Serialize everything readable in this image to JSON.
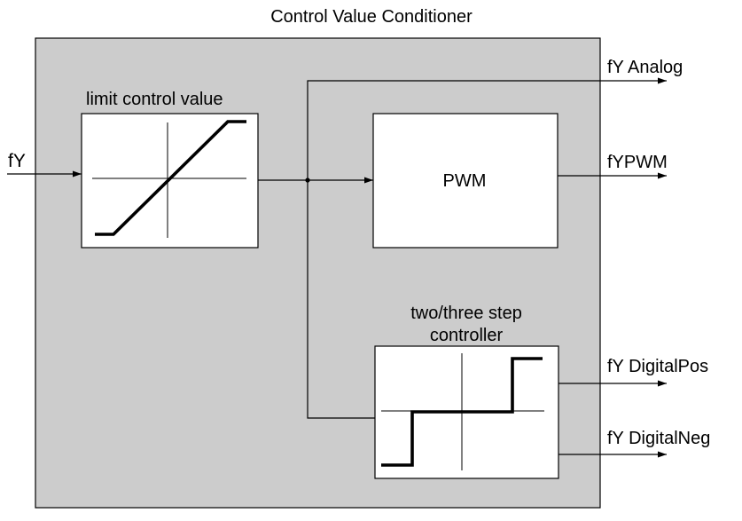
{
  "diagram": {
    "title": "Control Value Conditioner",
    "input_label": "fY",
    "outputs": {
      "analog": "fY Analog",
      "pwm": "fYPWM",
      "digital_pos": "fY DigitalPos",
      "digital_neg": "fY DigitalNeg"
    },
    "blocks": {
      "limiter": "limit control value",
      "pwm": "PWM",
      "step_line1": "two/three step",
      "step_line2": "controller"
    }
  },
  "colors": {
    "panel_fill": "#cccccc",
    "block_fill": "#ffffff",
    "line": "#000000"
  }
}
